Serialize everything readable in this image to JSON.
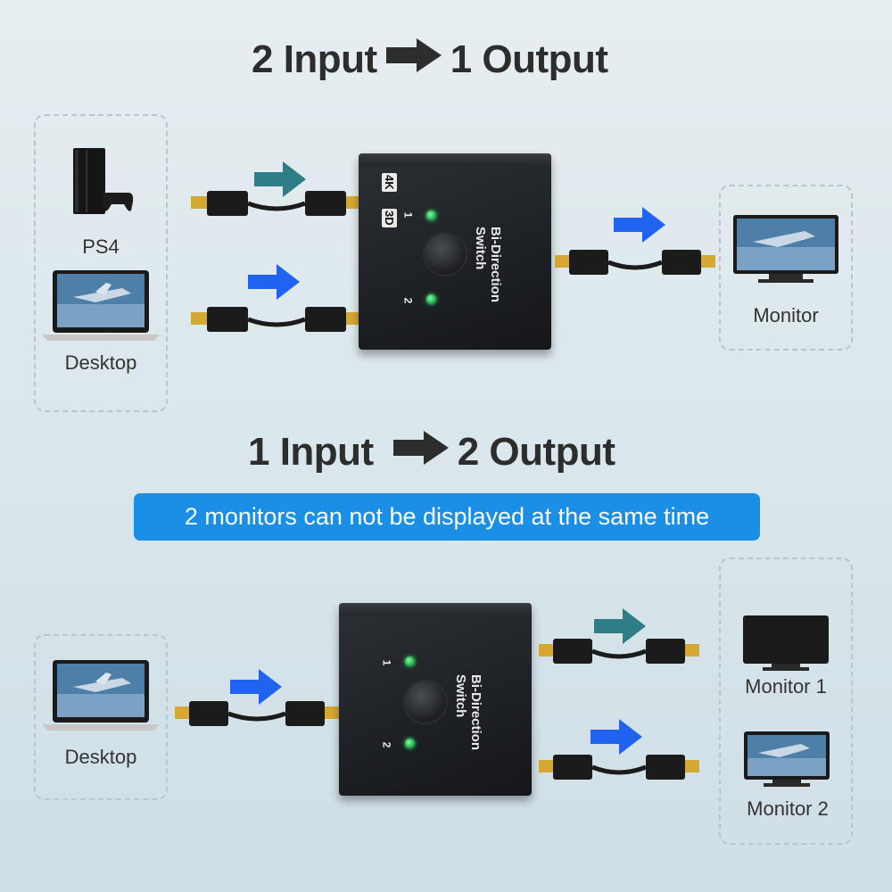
{
  "top": {
    "heading_left": "2 Input",
    "heading_right": "1 Output",
    "inputs": [
      "PS4",
      "Desktop"
    ],
    "output": "Monitor",
    "switch": {
      "label": "Bi-Direction\nSwitch",
      "badge_4k": "4K",
      "badge_3d": "3D",
      "port1": "1",
      "port2": "2"
    }
  },
  "bottom": {
    "heading_left": "1 Input",
    "heading_right": "2 Output",
    "notice": "2 monitors can not be displayed at the same time",
    "input": "Desktop",
    "outputs": [
      "Monitor 1",
      "Monitor 2"
    ],
    "switch": {
      "label": "Bi-Direction\nSwitch",
      "port1": "1",
      "port2": "2"
    }
  },
  "colors": {
    "blue_arrow": "#1f63f0",
    "teal_arrow": "#2f7d86",
    "notice_bg": "#1b8fe6",
    "heading": "#2d2d2d"
  },
  "icons": [
    "ps4-console-icon",
    "gamepad-icon",
    "laptop-icon",
    "monitor-icon",
    "hdmi-cable-icon",
    "arrow-right-icon"
  ]
}
